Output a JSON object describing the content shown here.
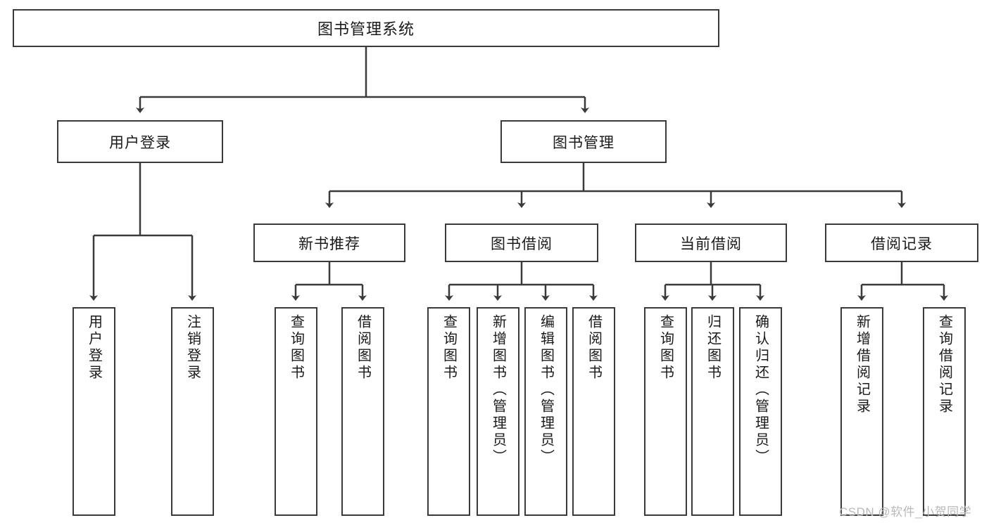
{
  "diagram": {
    "title": "图书管理系统",
    "type": "tree-hierarchy-diagram",
    "watermark": "CSDN @软件_小贺同学",
    "colors": {
      "box_border": "#3a3a3a",
      "box_fill": "#ffffff",
      "edge": "#3a3a3a",
      "text": "#1a1a1a",
      "watermark": "#b9b9b9",
      "background": "#ffffff"
    },
    "root": {
      "label": "图书管理系统"
    },
    "level2": [
      {
        "id": "user-login",
        "label": "用户登录"
      },
      {
        "id": "book-management",
        "label": "图书管理"
      }
    ],
    "level3": [
      {
        "id": "new-book-recommend",
        "label": "新书推荐"
      },
      {
        "id": "book-borrow",
        "label": "图书借阅"
      },
      {
        "id": "current-borrow",
        "label": "当前借阅"
      },
      {
        "id": "borrow-record",
        "label": "借阅记录"
      }
    ],
    "leaves": {
      "user_login": [
        {
          "id": "leaf-user-login",
          "label": "用户登录"
        },
        {
          "id": "leaf-logout-login",
          "label": "注销登录"
        }
      ],
      "new_book_recommend": [
        {
          "id": "leaf-query-book-1",
          "label": "查询图书"
        },
        {
          "id": "leaf-borrow-book-1",
          "label": "借阅图书"
        }
      ],
      "book_borrow": [
        {
          "id": "leaf-query-book-2",
          "label": "查询图书"
        },
        {
          "id": "leaf-add-book",
          "label": "新增图书（管理员）"
        },
        {
          "id": "leaf-edit-book",
          "label": "编辑图书（管理员）"
        },
        {
          "id": "leaf-borrow-book-2",
          "label": "借阅图书"
        }
      ],
      "current_borrow": [
        {
          "id": "leaf-query-book-3",
          "label": "查询图书"
        },
        {
          "id": "leaf-return-book",
          "label": "归还图书"
        },
        {
          "id": "leaf-confirm-return",
          "label": "确认归还（管理员）"
        }
      ],
      "borrow_record": [
        {
          "id": "leaf-add-borrow-record",
          "label": "新增借阅记录"
        },
        {
          "id": "leaf-query-borrow-record",
          "label": "查询借阅记录"
        }
      ]
    }
  }
}
